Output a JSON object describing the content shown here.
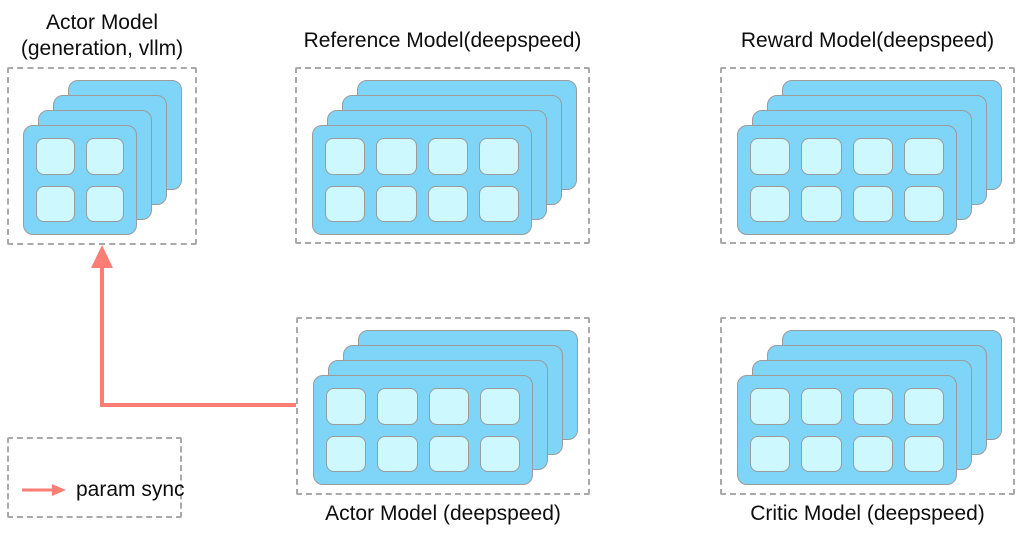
{
  "groups": {
    "actor_vllm": {
      "title_line1": "Actor Model",
      "title_line2": "(generation, vllm)",
      "gpu_stack": 4,
      "gpu_rows": 2,
      "gpu_cols": 2
    },
    "reference": {
      "title": "Reference Model(deepspeed)",
      "gpu_stack": 4,
      "gpu_rows": 2,
      "gpu_cols": 4
    },
    "reward": {
      "title": "Reward Model(deepspeed)",
      "gpu_stack": 4,
      "gpu_rows": 2,
      "gpu_cols": 4
    },
    "actor_deepspeed": {
      "title": "Actor Model (deepspeed)",
      "gpu_stack": 4,
      "gpu_rows": 2,
      "gpu_cols": 4
    },
    "critic": {
      "title": "Critic Model (deepspeed)",
      "gpu_stack": 4,
      "gpu_rows": 2,
      "gpu_cols": 4
    }
  },
  "legend": {
    "label": "param sync"
  },
  "colors": {
    "card_fill": "#7ed5f8",
    "cell_fill": "#cdf9fe",
    "card_border": "#9b9b9b",
    "dashed_border": "#a9a9a9",
    "arrow": "#fa7e74",
    "text": "#0d0d0d"
  }
}
